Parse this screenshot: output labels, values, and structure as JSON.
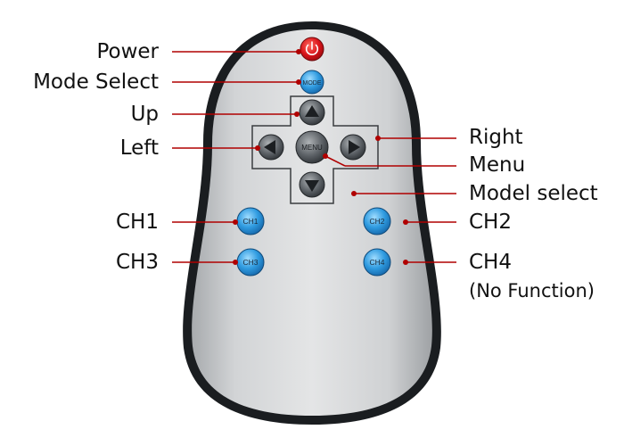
{
  "labels": {
    "power": "Power",
    "mode_select": "Mode Select",
    "up": "Up",
    "left": "Left",
    "right": "Right",
    "menu": "Menu",
    "model_select": "Model select",
    "ch1": "CH1",
    "ch2": "CH2",
    "ch3": "CH3",
    "ch4": "CH4",
    "ch4_note": "(No Function)"
  },
  "buttons": {
    "mode": "MODE",
    "menu": "MENU",
    "ch1": "CH1",
    "ch2": "CH2",
    "ch3": "CH3",
    "ch4": "CH4"
  },
  "colors": {
    "callout_line": "#b00000",
    "power_button": "#d8141a",
    "channel_button": "#2f9be0",
    "dpad_button": "#5c6166",
    "remote_body": "#c9cccf",
    "remote_border": "#1a1d20"
  },
  "icons": {
    "power": "power-icon",
    "up": "triangle-up-icon",
    "down": "triangle-down-icon",
    "left": "triangle-left-icon",
    "right": "triangle-right-icon"
  }
}
